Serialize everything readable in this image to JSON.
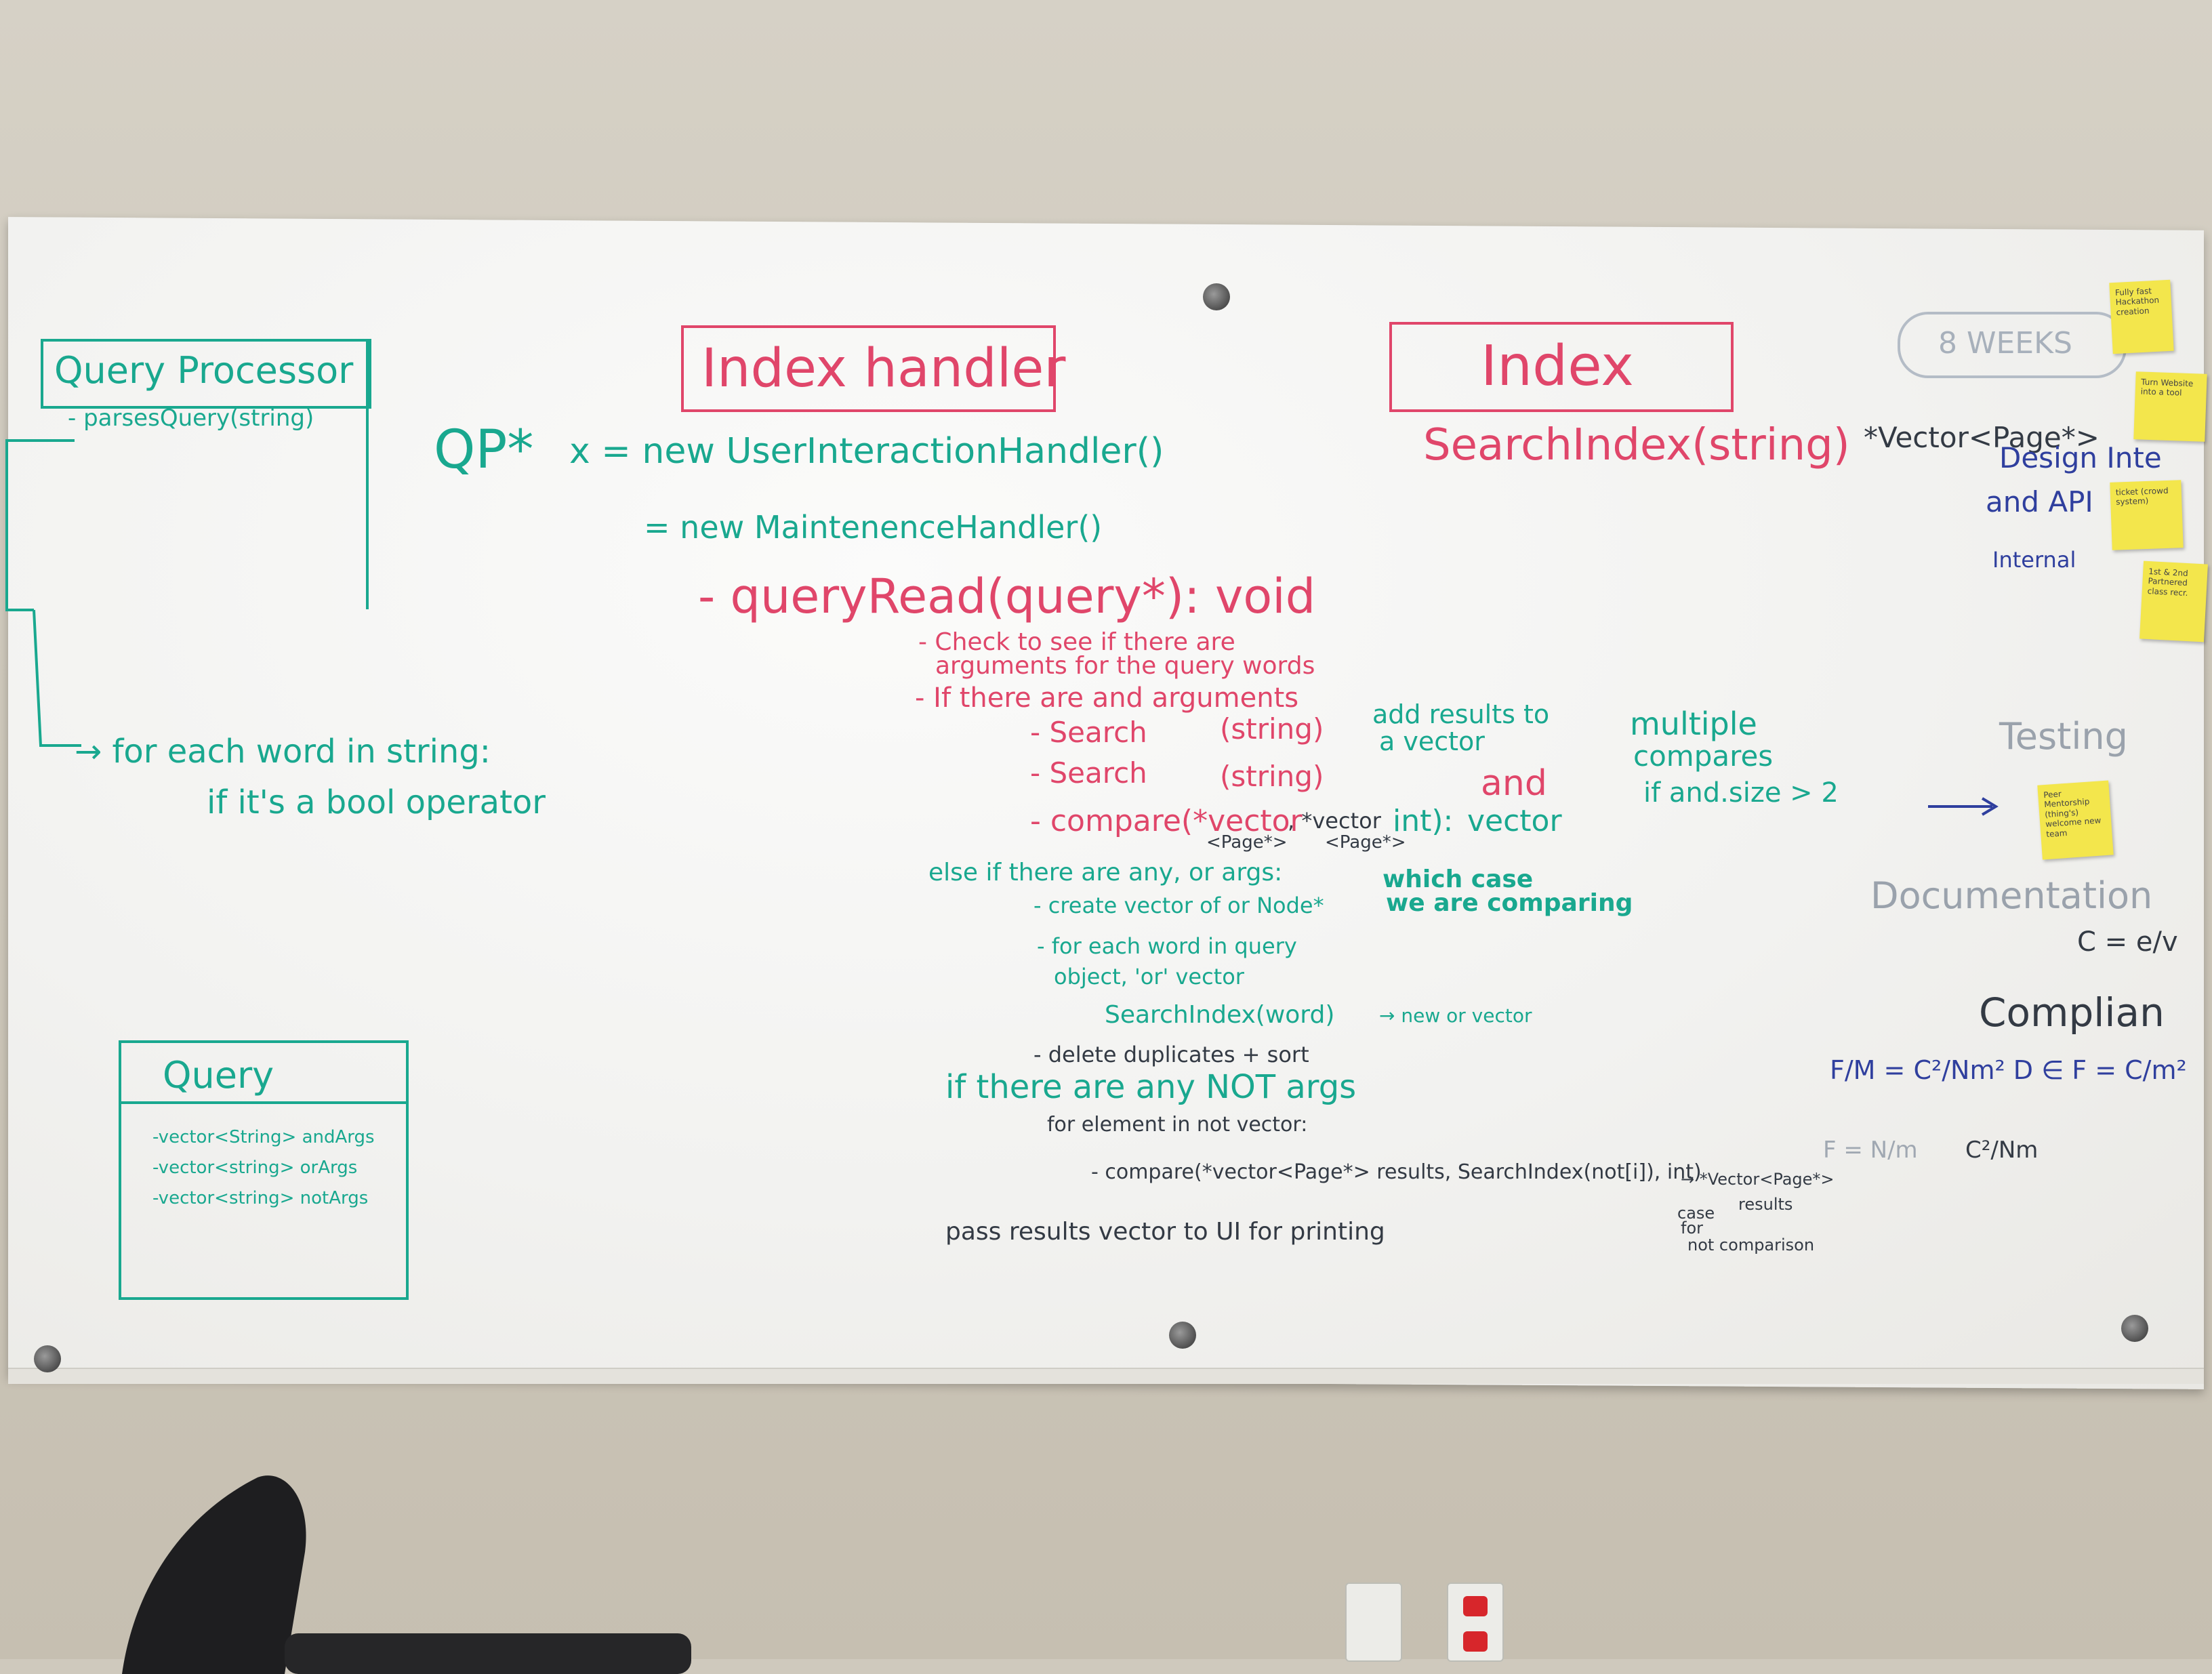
{
  "board": {
    "query_processor": {
      "title": "Query Processor",
      "method": "- parsesQuery(string)"
    },
    "qp_line": "QP*",
    "x_assign": "x = new UserInteractionHandler()",
    "maintenance_assign": "= new MaintenenceHandler()",
    "for_each": "→ for each word in string:",
    "if_bool": "if it's a bool operator",
    "query_box": {
      "title": "Query",
      "fields": [
        "-vector<String> andArgs",
        "-vector<string> orArgs",
        "-vector<string> notArgs"
      ]
    },
    "index_handler": "Index handler",
    "index": "Index",
    "search_index": "SearchIndex(string)",
    "vector_page": "*Vector<Page*>",
    "design_inter": "Design Inte",
    "and_api": "and API",
    "internal": "Internal",
    "query_read": "- queryRead(query*): void",
    "check1": "- Check to see if there are",
    "check2": "arguments for the query words",
    "if_and": "- If there are and arguments",
    "search1": "- Search",
    "string1": "(string)",
    "search2": "- Search",
    "string2": "(string)",
    "compare": "- compare(*vector",
    "compare_vec2": ", *vector",
    "page1": "<Page*>",
    "page2": "<Page*>",
    "int_ret": "int):",
    "vector_ret": "vector",
    "add_results": "add results to",
    "a_vector": "a vector",
    "and_word": "and",
    "multiple": "multiple",
    "compares": "compares",
    "if_size": "if and.size > 2",
    "which_case": "which case",
    "we_are": "we are comparing",
    "else_if": "else if there are any, or args:",
    "create_vector": "- create vector of or Node*",
    "for_each_query": "- for each word in query",
    "object_or": "object, 'or' vector",
    "search_word": "SearchIndex(word)",
    "new_or": "→ new or vector",
    "delete_dup": "- delete duplicates + sort",
    "if_not": "if there are any NOT args",
    "for_element": "for element in not vector:",
    "compare_long": "- compare(*vector<Page*> results, SearchIndex(not[i]), int)",
    "arrow_vec": "→ *Vector<Page*>",
    "results": "results",
    "case_for": "case",
    "for_word": "for",
    "not_comp": "not comparison",
    "pass_results": "pass results vector to UI for printing",
    "weeks": "8 WEEKS",
    "testing": "Testing",
    "documentation": "Documentation",
    "c_eq": "C = e/v",
    "compliance": "Complian",
    "formula1": "F/M = C²/Nm²   D ∈ F = C/m²",
    "formula2": "F = N/m",
    "formula3": "C²/Nm",
    "sticky_notes": [
      "Fully fast Hackathon creation",
      "Turn Website into a tool",
      "ticket (crowd system)",
      "1st & 2nd Partnered class recr.",
      "Peer Mentorship (thing's) welcome new team"
    ]
  }
}
